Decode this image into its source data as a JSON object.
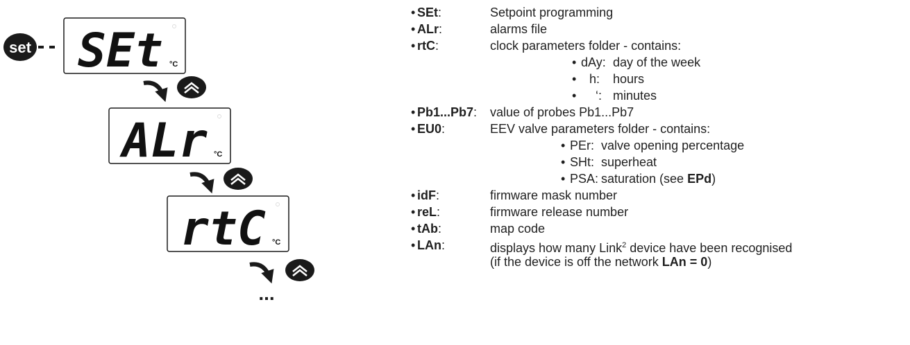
{
  "diagram": {
    "set_button_label": "set",
    "displays": [
      {
        "text": "SEt",
        "unit": "°C"
      },
      {
        "text": "ALr",
        "unit": "°C"
      },
      {
        "text": "rtC",
        "unit": "°C"
      }
    ],
    "ellipsis": "..."
  },
  "menu": {
    "bullet": "•",
    "items": [
      {
        "key": "SEt",
        "desc": "Setpoint programming"
      },
      {
        "key": "ALr",
        "desc": "alarms file"
      },
      {
        "key": "rtC",
        "desc": "clock parameters folder - contains:",
        "sub": [
          {
            "key": "dAy:",
            "desc": "day of the week"
          },
          {
            "key": "h:",
            "desc": "hours"
          },
          {
            "key": "‘:",
            "desc": "minutes"
          }
        ]
      },
      {
        "key": "Pb1...Pb7",
        "desc": "value of probes Pb1...Pb7"
      },
      {
        "key": "EU0",
        "desc": "EEV valve parameters folder - contains:",
        "sub": [
          {
            "key": "PEr:",
            "desc": "valve opening percentage"
          },
          {
            "key": "SHt:",
            "desc": "superheat"
          },
          {
            "key": "PSA:",
            "desc_prefix": "saturation (see ",
            "desc_bold": "EPd",
            "desc_suffix": ")"
          }
        ]
      },
      {
        "key": "idF",
        "desc": "firmware mask number"
      },
      {
        "key": "reL",
        "desc": "firmware release number"
      },
      {
        "key": "tAb",
        "desc": "map code"
      },
      {
        "key": "LAn",
        "desc_prefix": "displays how many Link",
        "desc_sup": "2",
        "desc_suffix": " device have been recognised",
        "desc_line2_prefix": "(if the device is off the network ",
        "desc_line2_bold": "LAn = 0",
        "desc_line2_suffix": ")"
      }
    ]
  }
}
